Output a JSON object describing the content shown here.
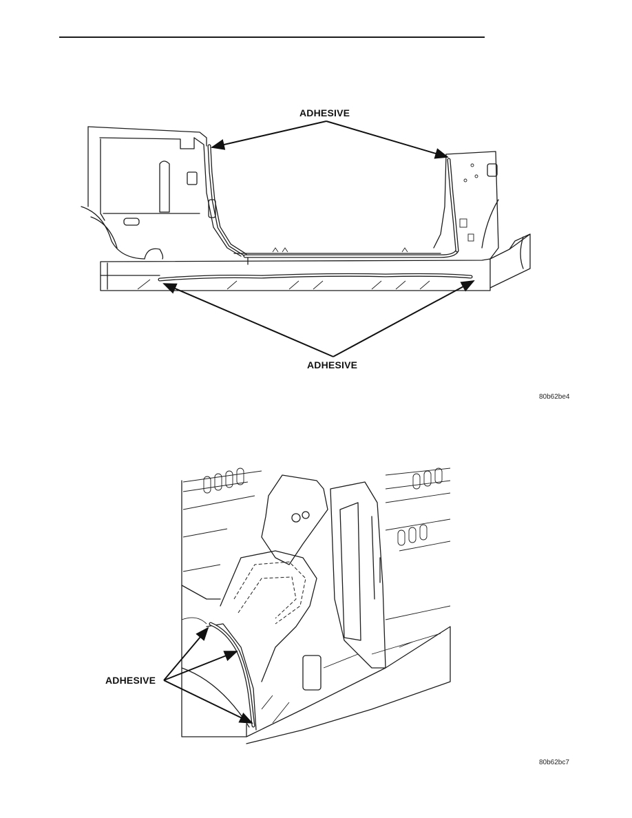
{
  "figures": [
    {
      "labels": {
        "top": "ADHESIVE",
        "bottom": "ADHESIVE"
      },
      "code": "80b62be4"
    },
    {
      "labels": {
        "side": "ADHESIVE"
      },
      "code": "80b62bc7"
    }
  ]
}
